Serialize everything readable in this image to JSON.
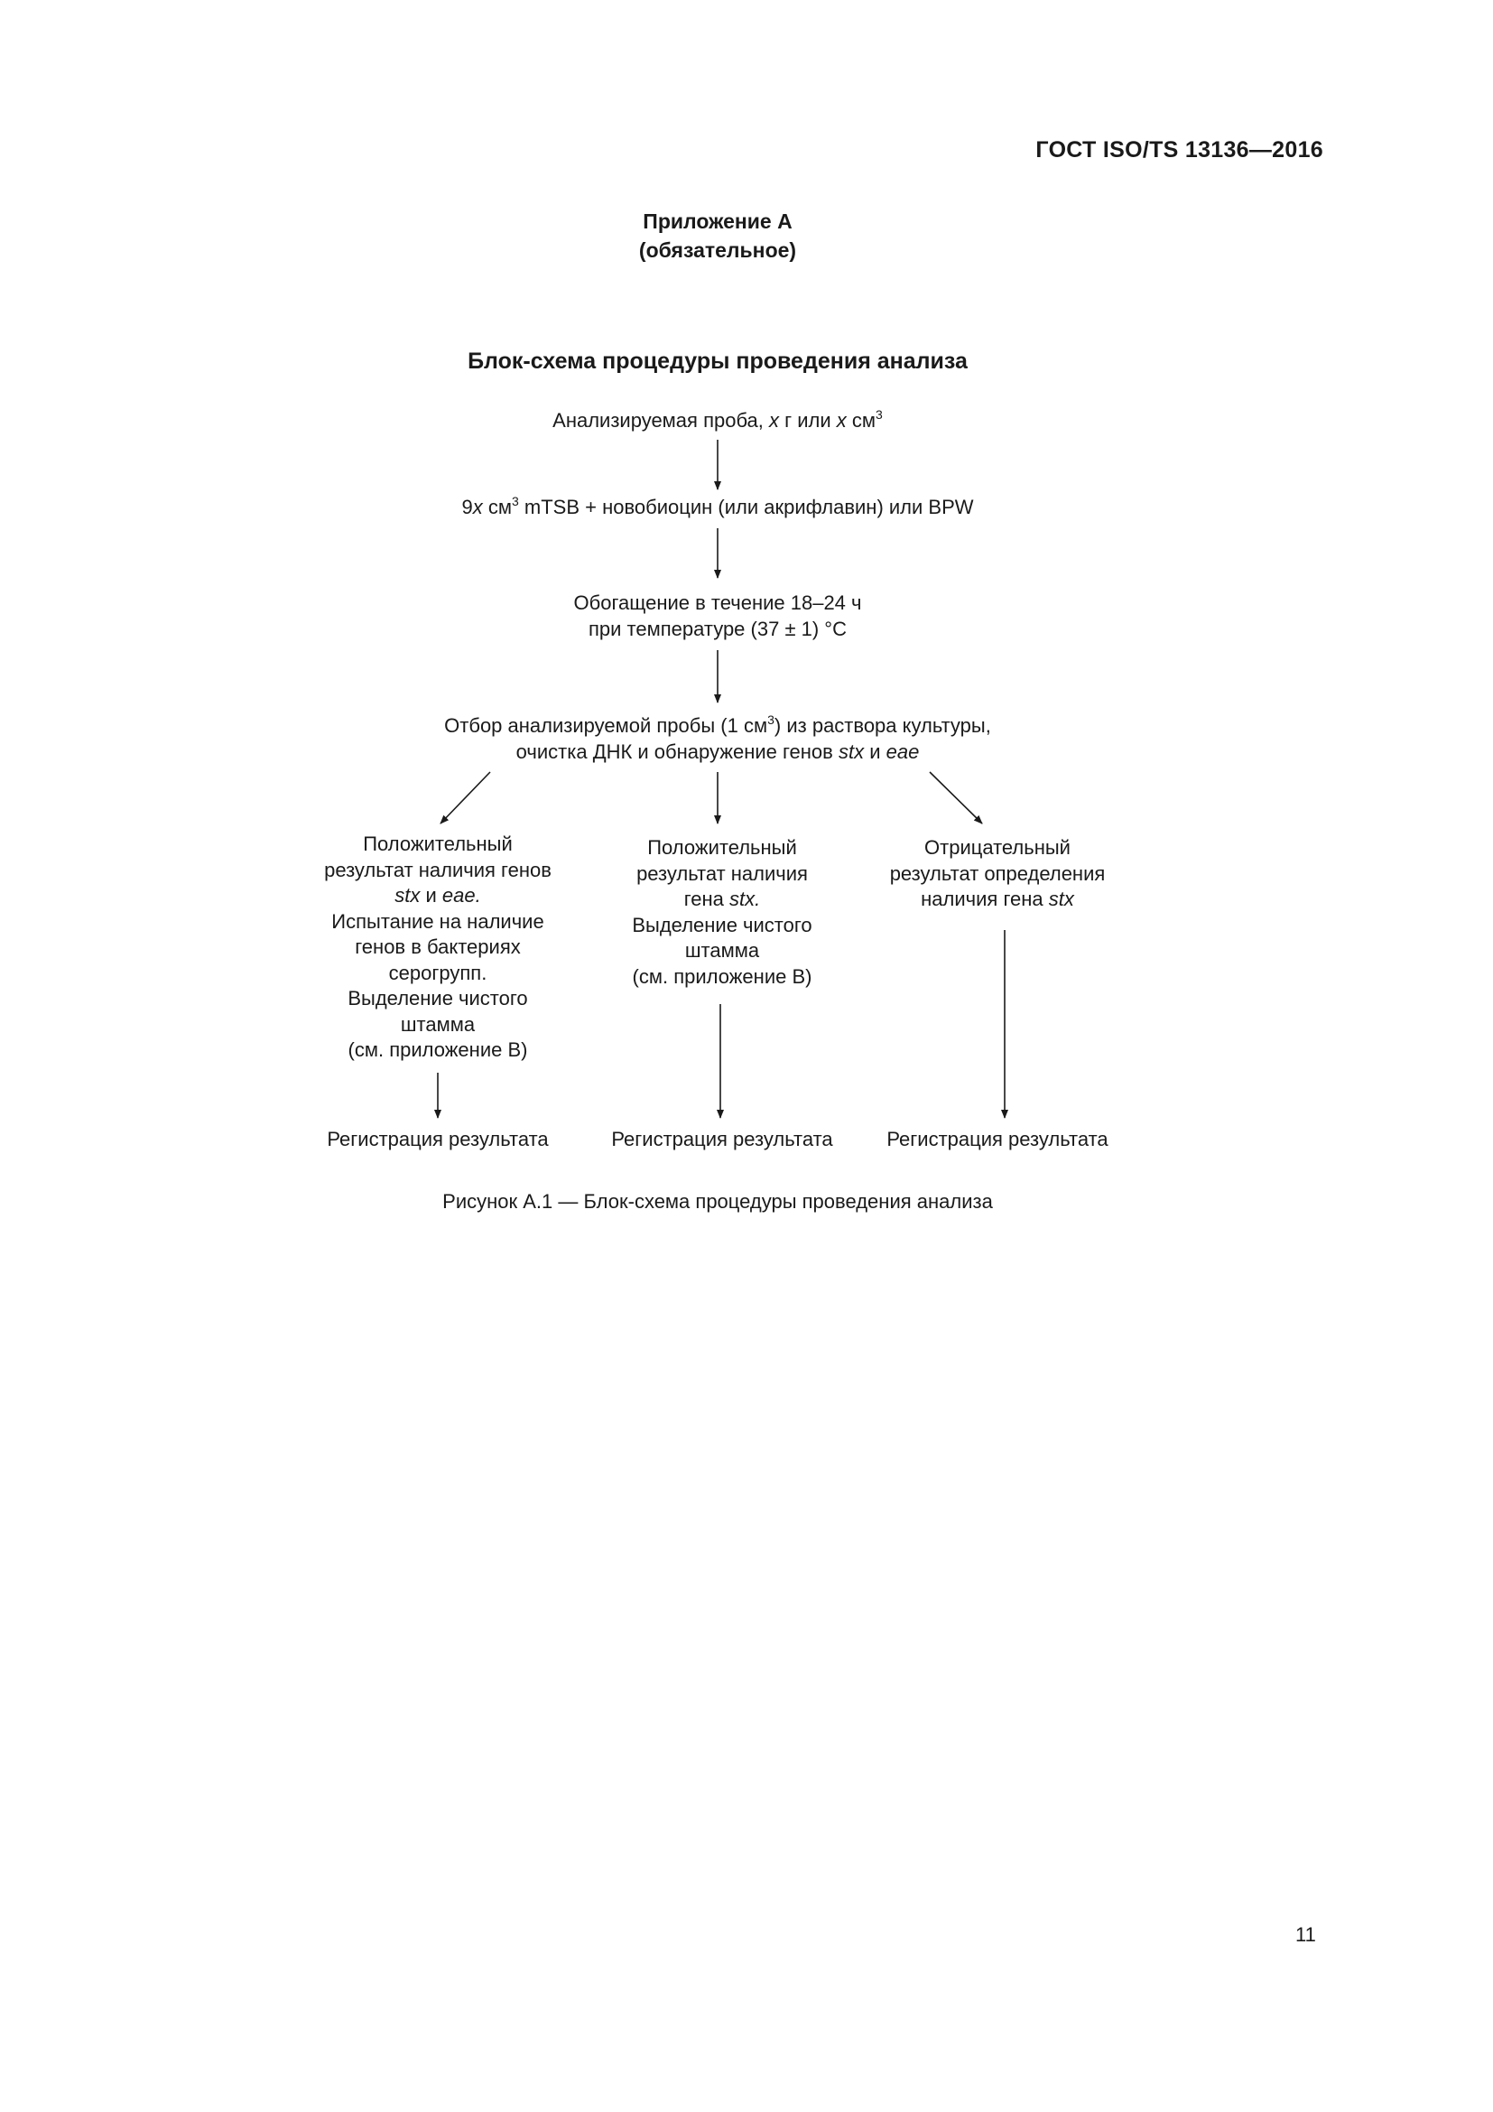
{
  "header": {
    "standard_id": "ГОСТ ISO/TS 13136—2016"
  },
  "annex": {
    "title": "Приложение А",
    "status": "(обязательное)"
  },
  "section_title": "Блок-схема процедуры проведения анализа",
  "flowchart": {
    "sample": {
      "text_a": "Анализируемая проба, ",
      "var1": "x",
      "text_b": " г или ",
      "var2": "x",
      "text_c": " см",
      "sup": "3"
    },
    "medium": {
      "prefix": "9",
      "var": "x",
      "unit": " см",
      "sup": "3",
      "rest": " mTSB + новобиоцин (или акрифлавин) или BPW"
    },
    "enrichment": {
      "line1": "Обогащение в течение 18–24 ч",
      "line2": "при температуре (37 ± 1) °С"
    },
    "selection": {
      "line1_a": "Отбор анализируемой пробы (1 см",
      "line1_sup": "3",
      "line1_b": ") из раствора культуры,",
      "line2_a": "очистка ДНК и обнаружение генов ",
      "gene1": "stx",
      "and": " и ",
      "gene2": "eae"
    },
    "branch_left": {
      "line1": "Положительный",
      "line2": "результат наличия генов",
      "gene1": "stx",
      "and": " и ",
      "gene2": "eae",
      "dot": ".",
      "line4": "Испытание на наличие",
      "line5": "генов в бактериях",
      "line6": "серогрупп.",
      "line7": "Выделение чистого",
      "line8": "штамма",
      "line9": "(см. приложение В)"
    },
    "branch_middle": {
      "line1": "Положительный",
      "line2": "результат наличия",
      "line3_a": "гена ",
      "gene": "stx",
      "dot": ".",
      "line4": "Выделение чистого",
      "line5": "штамма",
      "line6": "(см. приложение В)"
    },
    "branch_right": {
      "line1": "Отрицательный",
      "line2": "результат определения",
      "line3_a": "наличия гена ",
      "gene": "stx"
    },
    "result_left": "Регистрация результата",
    "result_middle": "Регистрация результата",
    "result_right": "Регистрация результата"
  },
  "caption": "Рисунок А.1 — Блок-схема процедуры проведения анализа",
  "page_number": "11"
}
